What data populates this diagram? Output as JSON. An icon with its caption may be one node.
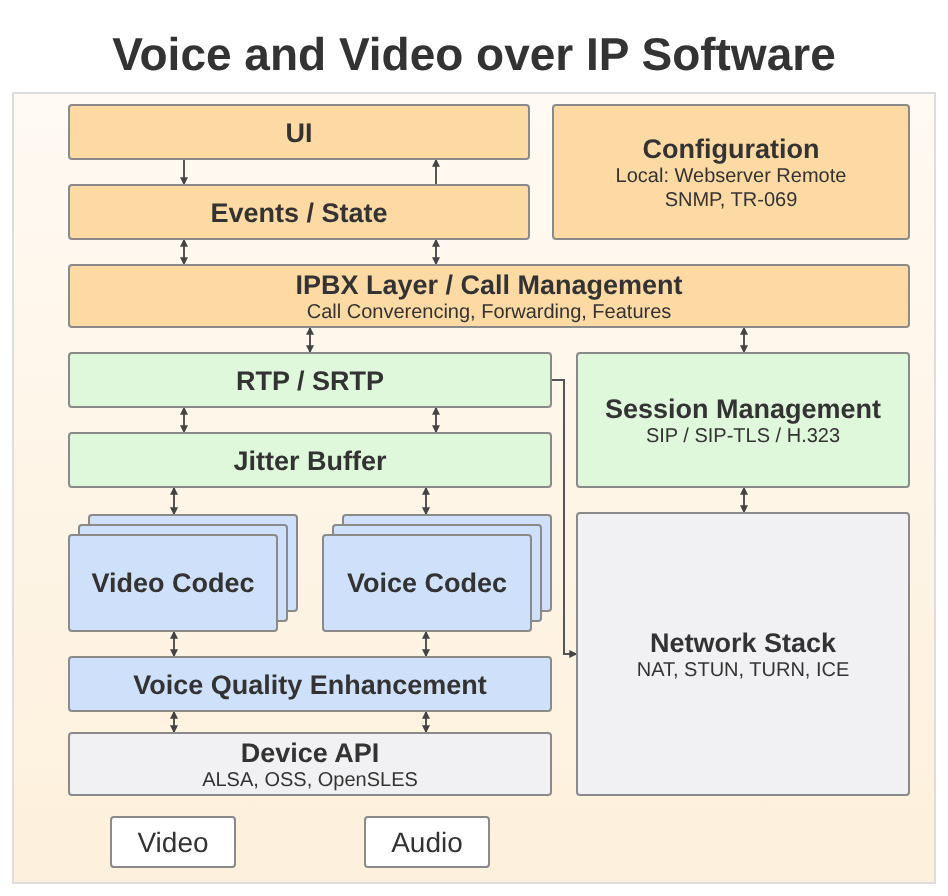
{
  "diagram": {
    "title": "Voice and Video over IP Software",
    "nodes": [
      {
        "text": [
          "UI"
        ]
      },
      {
        "text": [
          "Configuration",
          "Local: Webserver Remote SNMP, TR-069"
        ]
      },
      {
        "text": [
          "Events / State"
        ]
      },
      {
        "text": [
          "IPBX Layer / Call Management",
          "Call Converencing, Forwarding, Features"
        ]
      },
      {
        "text": [
          "RTP / SRTP"
        ]
      },
      {
        "text": [
          "Session Management",
          "SIP / SIP-TLS / H.323"
        ]
      },
      {
        "text": [
          "Jitter Buffer"
        ]
      },
      {
        "text": [
          "Video Codec"
        ]
      },
      {
        "text": [
          "Voice Codec"
        ]
      },
      {
        "text": [
          "Network Stack",
          "NAT, STUN, TURN, ICE"
        ]
      },
      {
        "text": [
          "Voice Quality Enhancement"
        ]
      },
      {
        "text": [
          "Device API",
          "ALSA, OSS, OpenSLES"
        ]
      },
      {
        "text": [
          "Video"
        ]
      },
      {
        "text": [
          "Audio"
        ]
      }
    ],
    "edges": [
      {
        "from": 0,
        "to": 2,
        "arrow": "to"
      },
      {
        "from": 2,
        "to": 0,
        "arrow": "to"
      },
      {
        "from": 2,
        "to": 3,
        "arrow": "both"
      },
      {
        "from": 2,
        "to": 3,
        "arrow": "both"
      },
      {
        "from": 3,
        "to": 4,
        "arrow": "both"
      },
      {
        "from": 3,
        "to": 5,
        "arrow": "both"
      },
      {
        "from": 4,
        "to": 6,
        "arrow": "both"
      },
      {
        "from": 4,
        "to": 6,
        "arrow": "both"
      },
      {
        "from": 6,
        "to": 7,
        "arrow": "both"
      },
      {
        "from": 6,
        "to": 8,
        "arrow": "both"
      },
      {
        "from": 7,
        "to": 10,
        "arrow": "both"
      },
      {
        "from": 8,
        "to": 10,
        "arrow": "both"
      },
      {
        "from": 10,
        "to": 11,
        "arrow": "both"
      },
      {
        "from": 10,
        "to": 11,
        "arrow": "both"
      },
      {
        "from": 5,
        "to": 9,
        "arrow": "both"
      },
      {
        "from": 4,
        "to": 9,
        "arrow": "to"
      }
    ]
  }
}
